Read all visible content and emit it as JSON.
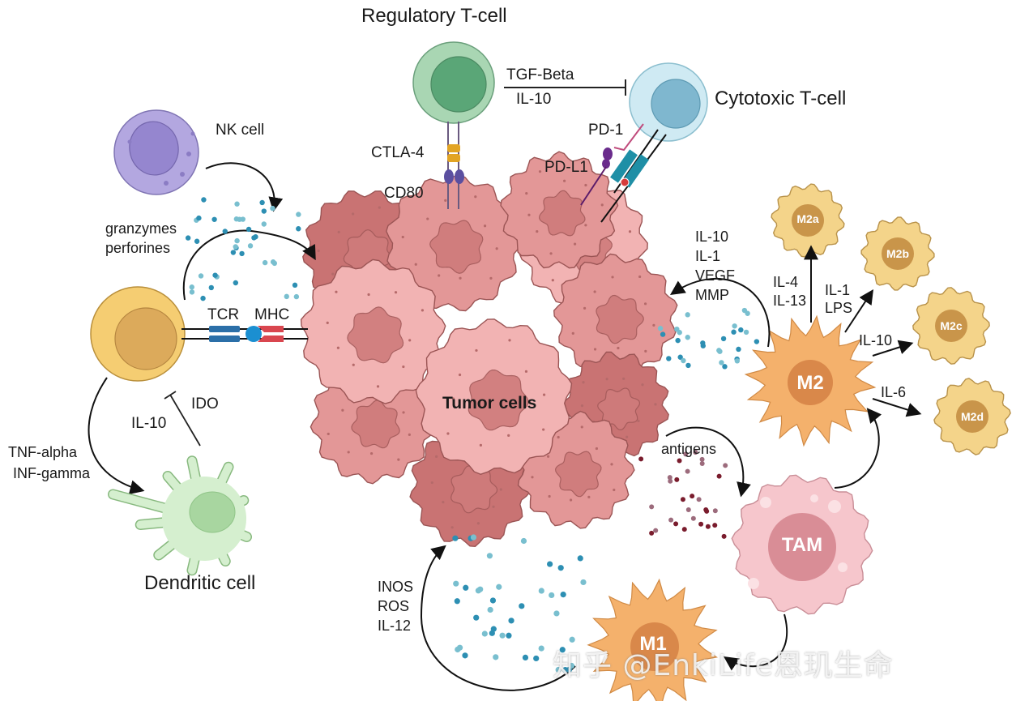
{
  "diagram": {
    "title_center": "Tumor cells",
    "cells": {
      "regulatory_t": "Regulatory T-cell",
      "cytotoxic_t": "Cytotoxic T-cell",
      "nk": "NK cell",
      "dendritic": "Dendritic cell",
      "m2": "M2",
      "m2a": "M2a",
      "m2b": "M2b",
      "m2c": "M2c",
      "m2d": "M2d",
      "tam": "TAM",
      "m1": "M1"
    },
    "molecules": {
      "tgf_beta": "TGF-Beta",
      "il10_treg": "IL-10",
      "ctla4": "CTLA-4",
      "cd80": "CD80",
      "pd1": "PD-1",
      "pdl1": "PD-L1",
      "tcr": "TCR",
      "mhc": "MHC",
      "granzymes": "granzymes",
      "perforines": "perforines",
      "ido": "IDO",
      "il10_dc": "IL-10",
      "tnf_alpha": "TNF-alpha",
      "inf_gamma": "INF-gamma",
      "m2_secreted": [
        "IL-10",
        "IL-1",
        "VEGF",
        "MMP"
      ],
      "to_m2a": [
        "IL-4",
        "IL-13"
      ],
      "to_m2b": [
        "IL-1",
        "LPS"
      ],
      "to_m2c": "IL-10",
      "to_m2d": "IL-6",
      "antigens": "antigens",
      "m1_secreted": [
        "INOS",
        "ROS",
        "IL-12"
      ]
    },
    "watermark": "知乎 @EnkiLife恩玑生命",
    "colors": {
      "treg_outer": "#a9d6b3",
      "treg_inner": "#5aa677",
      "ctl_outer": "#cfeaf3",
      "ctl_inner": "#7fb7cf",
      "nk_outer": "#b3a7e0",
      "nk_inner": "#9586cf",
      "t_outer": "#f5cd72",
      "t_inner": "#dcaa5b",
      "dc_body": "#d5efcf",
      "dc_nucleus": "#a8d6a0",
      "tumor_light": "#f2b3b3",
      "tumor_mid": "#e39797",
      "tumor_dark": "#c97373",
      "m2_body": "#f4b16c",
      "m2_nucleus": "#d9884a",
      "m2sub_body": "#f4d48a",
      "m2sub_nucleus": "#c9954a",
      "tam_body": "#f6c6cc",
      "tam_nucleus": "#d98d96",
      "dot_blue": "#2d8fb3",
      "dot_lightblue": "#79bfcf",
      "dot_maroon": "#7a1c2d"
    }
  }
}
